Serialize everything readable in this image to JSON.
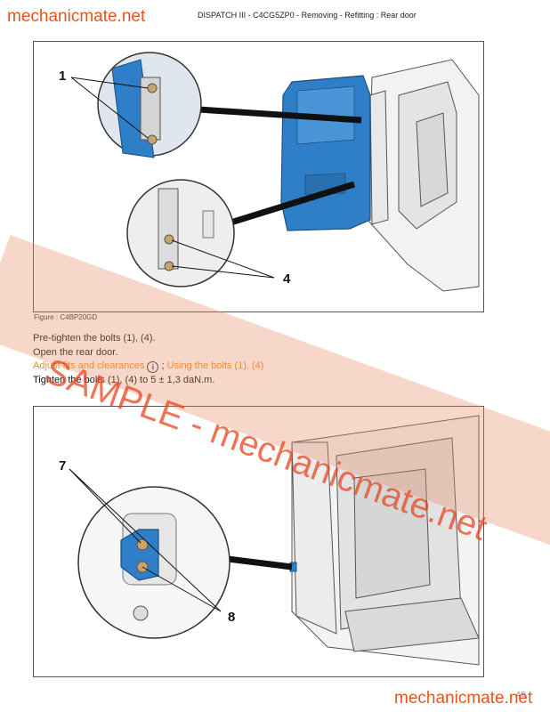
{
  "header": {
    "brand": "mechanicmate.net",
    "title": "DISPATCH III - C4CG5ZP0 - Removing - Refitting : Rear door"
  },
  "figure1": {
    "caption": "Figure : C4BP20GD",
    "label_top": "1",
    "label_bottom": "4"
  },
  "instructions": {
    "line1": "Pre-tighten the bolts (1), (4).",
    "line2": "Open the rear door.",
    "line3_link": "Adjust fits and clearances",
    "line3_sep": " ; ",
    "line3_link2": "Using the bolts (1), (4)",
    "line4": "Tighten the bolts (1), (4) to 5 ± 1,3 daN.m."
  },
  "figure2": {
    "label_top": "7",
    "label_bottom": "8"
  },
  "watermark": "SAMPLE - mechanicmate.net",
  "footer": {
    "brand": "mechanicmate.net",
    "page": "4/6"
  },
  "colors": {
    "brand": "#e8541c",
    "link": "#e8901c",
    "door_blue": "#2f7fc8"
  }
}
